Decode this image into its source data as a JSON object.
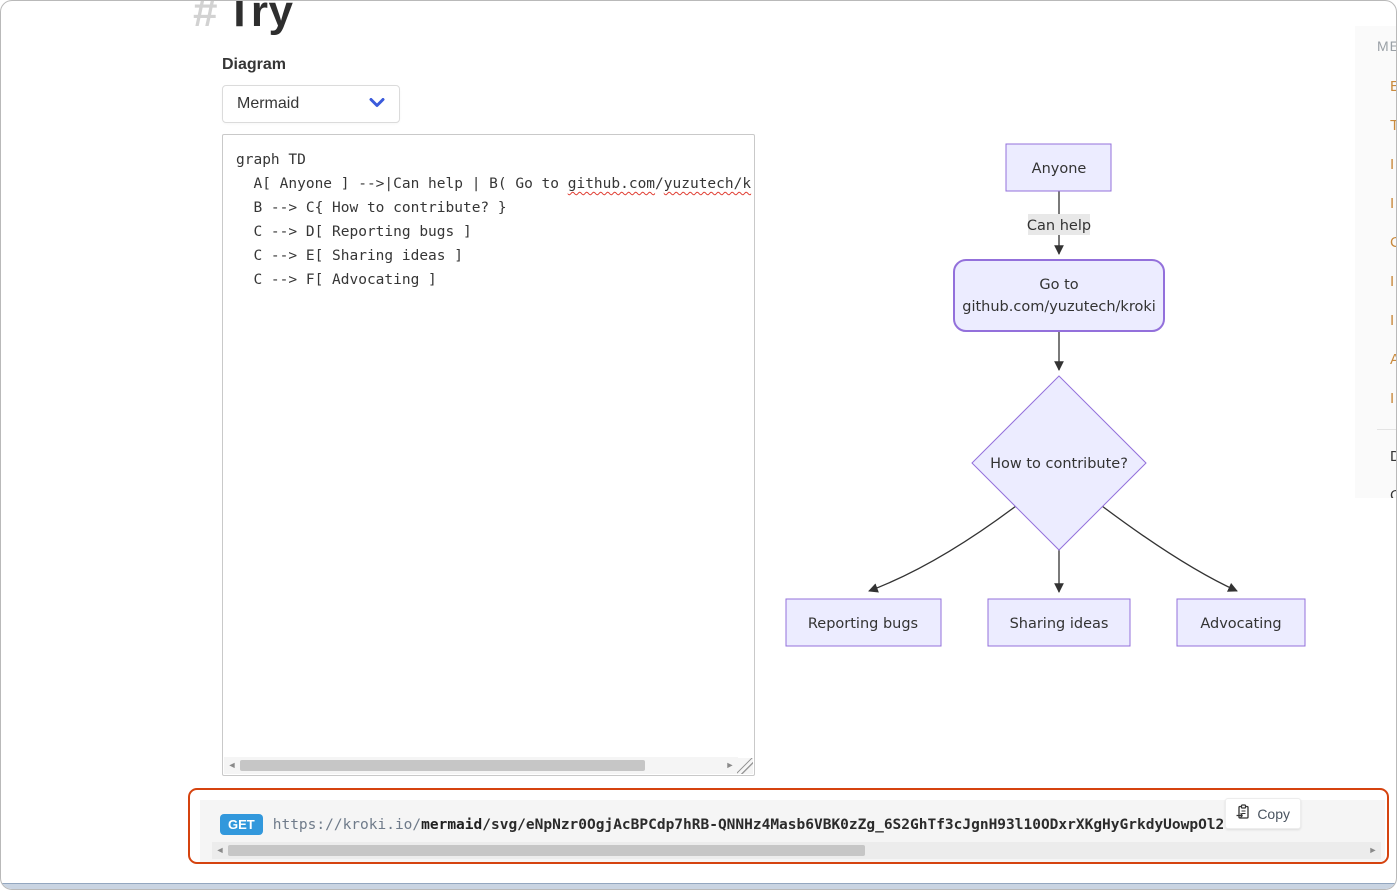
{
  "page": {
    "heading_hash": "#",
    "heading": "Try"
  },
  "editor": {
    "diagram_label": "Diagram",
    "diagram_selected": "Mermaid",
    "code": {
      "line1": "graph TD",
      "line2_prefix": "  A[ Anyone ] -->|Can help | B( Go to ",
      "line2_word1": "github.com",
      "line2_sep": "/",
      "line2_word2": "yuzutech/k",
      "line3": "  B --> C{ How to contribute? }",
      "line4": "  C --> D[ Reporting bugs ]",
      "line5": "  C --> E[ Sharing ideas ]",
      "line6": "  C --> F[ Advocating ]"
    }
  },
  "diagram": {
    "node_anyone": "Anyone",
    "edge_label": "Can help",
    "node_goto_line1": "Go to",
    "node_goto_line2": "github.com/yuzutech/kroki",
    "node_decision": "How to contribute?",
    "node_reporting": "Reporting bugs",
    "node_sharing": "Sharing ideas",
    "node_advocating": "Advocating",
    "colors": {
      "node_fill": "#ECECFF",
      "node_border": "#9370DB",
      "edge": "#333333",
      "edge_label_bg": "#e8e8e8"
    }
  },
  "url_bar": {
    "method": "GET",
    "url_host": "https://kroki.io/",
    "url_diagram": "mermaid",
    "url_rest": "/svg/eNpNzr0OgjAcBPCdp7hRB-QNNHz4Masb6VBK0zZg_6S2GhTf3cJgnH93l10ODxrXKgHyGrkdyUowpOl2",
    "copy_label": "Copy",
    "accent_border": "#d5430f",
    "method_bg": "#3298dc"
  },
  "sidebar": {
    "heading": "MENU",
    "links": [
      "E",
      "T",
      "I",
      "I",
      "C",
      "I",
      "I",
      "A",
      "I"
    ],
    "links_dark": [
      "D",
      "C"
    ]
  }
}
